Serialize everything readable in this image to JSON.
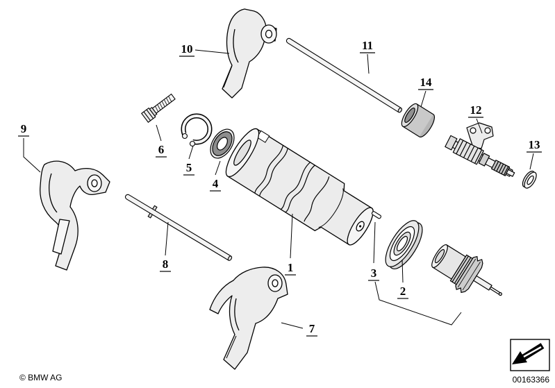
{
  "callouts": [
    "1",
    "2",
    "3",
    "4",
    "5",
    "6",
    "7",
    "8",
    "9",
    "10",
    "11",
    "12",
    "13",
    "14"
  ],
  "footer": {
    "copyright": "© BMW AG",
    "diagram_number": "00163366"
  },
  "icons": {
    "stamp": "direction-arrow-icon"
  },
  "colors": {
    "background": "#ffffff",
    "line": "#000000"
  }
}
